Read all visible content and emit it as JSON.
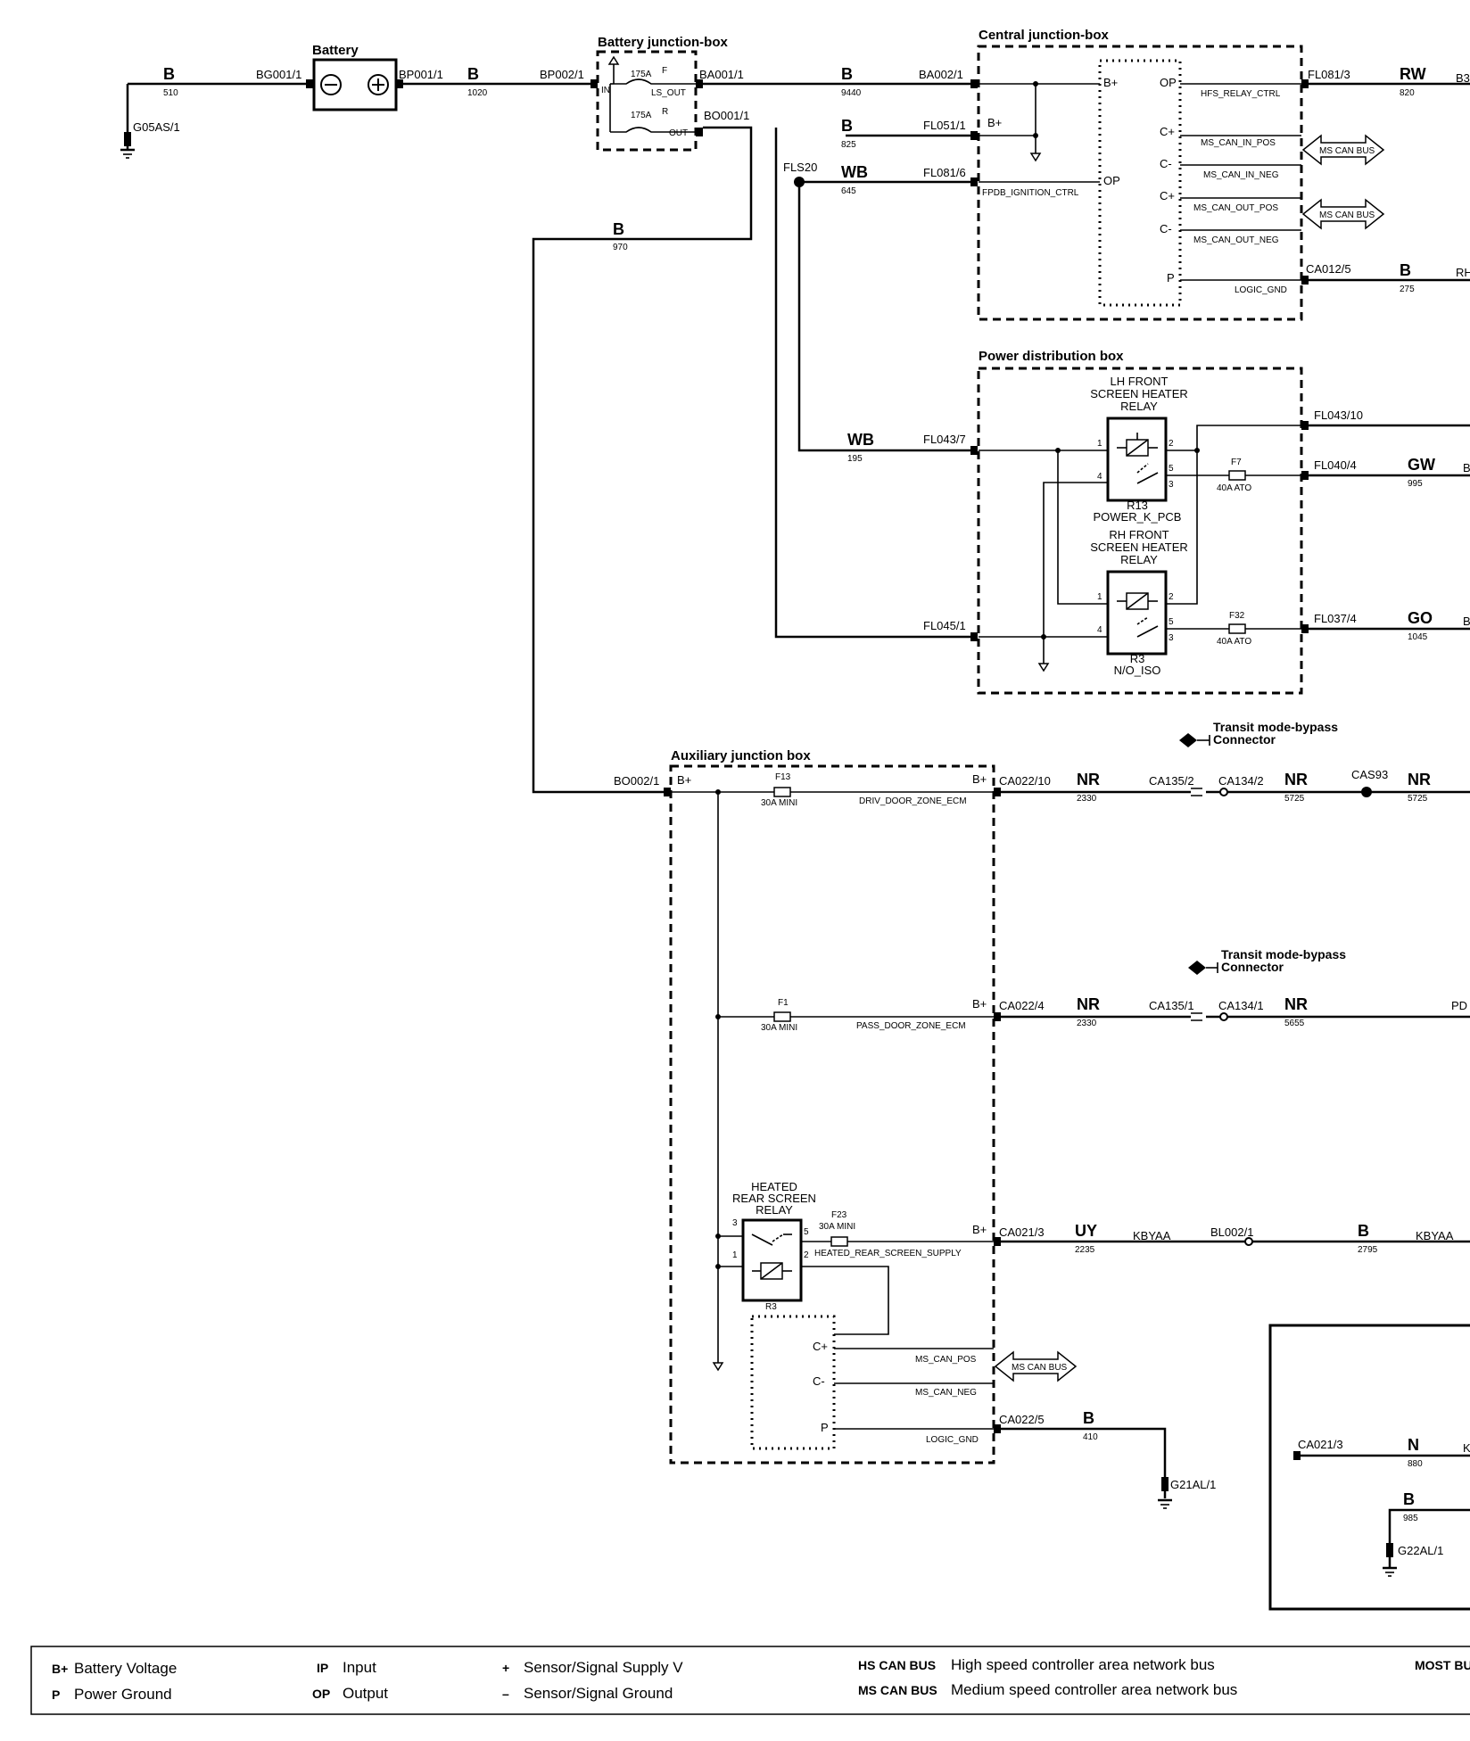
{
  "boxes": {
    "battery": "Battery",
    "battery_jb": "Battery junction-box",
    "central_jb": "Central junction-box",
    "pdb": "Power distribution box",
    "aux_jb": "Auxiliary junction box"
  },
  "connectors": {
    "bg001": "BG001/1",
    "bp001": "BP001/1",
    "bp002": "BP002/1",
    "ba001": "BA001/1",
    "bo001": "BO001/1",
    "ba002": "BA002/1",
    "fl051": "FL051/1",
    "fl081_6": "FL081/6",
    "fls20": "FLS20",
    "fl081_3": "FL081/3",
    "ca012": "CA012/5",
    "fl043_10": "FL043/10",
    "fl040": "FL040/4",
    "fl043_7": "FL043/7",
    "fl045": "FL045/1",
    "fl037": "FL037/4",
    "bo002": "BO002/1",
    "ca022_10": "CA022/10",
    "ca135_2": "CA135/2",
    "ca134_2": "CA134/2",
    "cas93": "CAS93",
    "ca022_4": "CA022/4",
    "ca135_1": "CA135/1",
    "ca134_1": "CA134/1",
    "ca021_3": "CA021/3",
    "bl002": "BL002/1",
    "ca022_5": "CA022/5",
    "ca021_3b": "CA021/3",
    "g05as": "G05AS/1",
    "g21al": "G21AL/1",
    "g22al": "G22AL/1"
  },
  "wires": {
    "w510": [
      "B",
      "510"
    ],
    "w1020": [
      "B",
      "1020"
    ],
    "w9440": [
      "B",
      "9440"
    ],
    "w825": [
      "B",
      "825"
    ],
    "w645": [
      "WB",
      "645"
    ],
    "w970": [
      "B",
      "970"
    ],
    "w820": [
      "RW",
      "820"
    ],
    "w275": [
      "B",
      "275"
    ],
    "w995": [
      "GW",
      "995"
    ],
    "w195": [
      "WB",
      "195"
    ],
    "w1045": [
      "GO",
      "1045"
    ],
    "w2330a": [
      "NR",
      "2330"
    ],
    "w5725a": [
      "NR",
      "5725"
    ],
    "w5725b": [
      "NR",
      "5725"
    ],
    "w2330b": [
      "NR",
      "2330"
    ],
    "w5655": [
      "NR",
      "5655"
    ],
    "w2235": [
      "UY",
      "2235"
    ],
    "w2795": [
      "B",
      "2795"
    ],
    "w410": [
      "B",
      "410"
    ],
    "w880": [
      "N",
      "880"
    ],
    "w985": [
      "B",
      "985"
    ]
  },
  "edge_labels": {
    "b3": "B3",
    "rh": "RH",
    "b_fl040": "B",
    "b_fl037": "B",
    "pd": "PD",
    "k": "K",
    "kbyaa1": "KBYAA",
    "kbyaa2": "KBYAA"
  },
  "fuses": {
    "bjb_f": [
      "175A",
      "F"
    ],
    "bjb_r": [
      "175A",
      "R"
    ],
    "bjb_ls_out": "LS_OUT",
    "bjb_out": "OUT",
    "bjb_in": "IN",
    "f7": [
      "F7",
      "40A ATO"
    ],
    "f32": [
      "F32",
      "40A ATO"
    ],
    "f13": [
      "F13",
      "30A MINI"
    ],
    "f1": [
      "F1",
      "30A MINI"
    ],
    "f23": [
      "F23",
      "30A MINI"
    ]
  },
  "central_pins": {
    "bplus_in": "B+",
    "bplus_in2": "B+",
    "op_left": "OP",
    "op_right": "OP",
    "cp1": "C+",
    "cm1": "C-",
    "cp2": "C+",
    "cm2": "C-",
    "p": "P",
    "hfs": "HFS_RELAY_CTRL",
    "can_in_pos": "MS_CAN_IN_POS",
    "can_in_neg": "MS_CAN_IN_NEG",
    "can_out_pos": "MS_CAN_OUT_POS",
    "can_out_neg": "MS_CAN_OUT_NEG",
    "logic_gnd": "LOGIC_GND",
    "fpdb": "FPDB_IGNITION_CTRL"
  },
  "relays": {
    "lh": [
      "LH FRONT",
      "SCREEN HEATER",
      "RELAY"
    ],
    "lh_id": [
      "R13",
      "POWER_K_PCB"
    ],
    "rh": [
      "RH FRONT",
      "SCREEN HEATER",
      "RELAY"
    ],
    "rh_id": [
      "R3",
      "N/O_ISO"
    ],
    "rear": [
      "HEATED",
      "REAR SCREEN",
      "RELAY"
    ],
    "rear_id": "R3",
    "pins": [
      "1",
      "2",
      "3",
      "4",
      "5"
    ]
  },
  "aux_pins": {
    "bplus_a": "B+",
    "bplus_b": "B+",
    "bplus_c": "B+",
    "bplus_d": "B+",
    "driv": "DRIV_DOOR_ZONE_ECM",
    "pass": "PASS_DOOR_ZONE_ECM",
    "heated": "HEATED_REAR_SCREEN_SUPPLY",
    "can_pos": "MS_CAN_POS",
    "can_neg": "MS_CAN_NEG",
    "logic_gnd": "LOGIC_GND",
    "cp": "C+",
    "cm": "C-",
    "p": "P"
  },
  "can_bus_label": "MS CAN BUS",
  "transit": [
    "Transit mode-bypass",
    "Connector"
  ],
  "legend": {
    "bplus": [
      "B+",
      "Battery Voltage"
    ],
    "p": [
      "P",
      "Power Ground"
    ],
    "ip": [
      "IP",
      "Input"
    ],
    "op": [
      "OP",
      "Output"
    ],
    "plus": [
      "+",
      "Sensor/Signal Supply V"
    ],
    "minus": [
      "–",
      "Sensor/Signal Ground"
    ],
    "hs": [
      "HS CAN BUS",
      "High speed controller area network bus"
    ],
    "ms": [
      "MS CAN BUS",
      "Medium speed controller area network bus"
    ],
    "most": "MOST BU"
  }
}
